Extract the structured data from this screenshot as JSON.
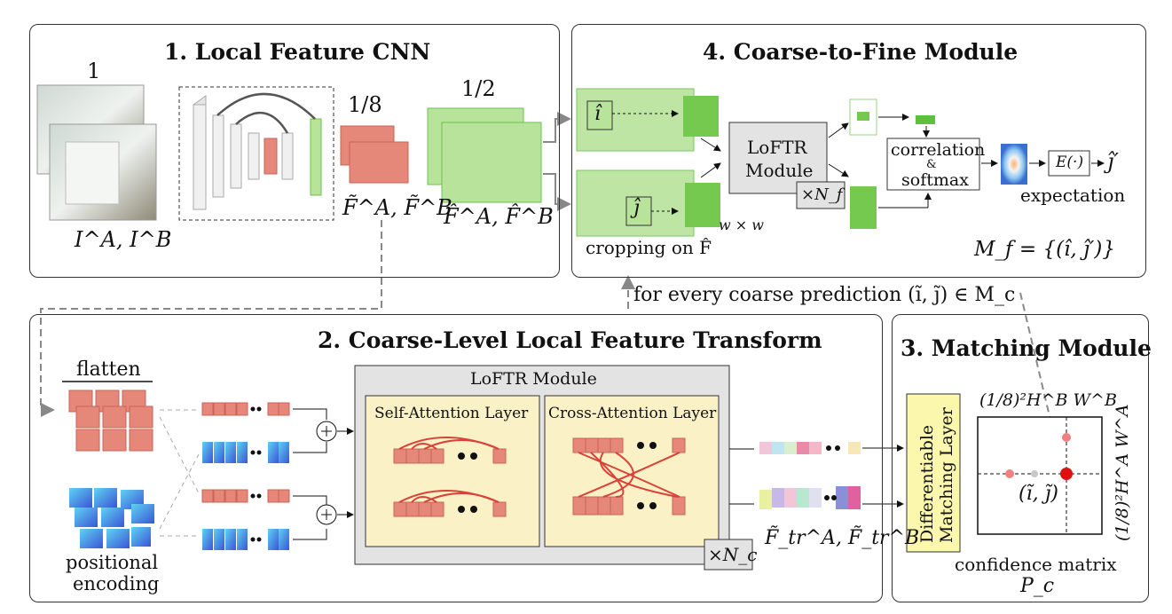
{
  "panels": {
    "local_cnn": {
      "title": "1. Local Feature CNN"
    },
    "coarse_to_fine": {
      "title": "4. Coarse-to-Fine Module"
    },
    "coarse_transform": {
      "title": "2. Coarse-Level Local Feature Transform"
    },
    "matching": {
      "title": "3. Matching Module"
    }
  },
  "cnn": {
    "scale_full": "1",
    "scale_eighth": "1/8",
    "scale_half": "1/2",
    "input_label": "I^A, I^B",
    "coarse_feat_label": "F̃^A, F̃^B",
    "fine_feat_label": "F̂^A, F̂^B"
  },
  "c2f": {
    "i_hat": "î",
    "j_hat": "ĵ",
    "crop_label": "cropping on F̂",
    "window_label": "w × w",
    "loftr_line1": "LoFTR",
    "loftr_line2": "Module",
    "times_nf": "×N_f",
    "corr_line1": "correlation",
    "corr_line2": "&",
    "corr_line3": "softmax",
    "expect_fn": "E(·)",
    "j_hat_prime": "ĵ′",
    "expect_label": "expectation",
    "mf_set": "M_f = {(î, ĵ′)}"
  },
  "transform": {
    "flatten": "flatten",
    "pos_enc_1": "positional",
    "pos_enc_2": "encoding",
    "loftr_title": "LoFTR Module",
    "self_attn": "Self-Attention Layer",
    "cross_attn": "Cross-Attention Layer",
    "times_nc": "×N_c",
    "ftr_label": "F̃_tr^A, F̃_tr^B",
    "coarse_pred": "for every coarse prediction (ĩ, j̃) ∈ M_c"
  },
  "matching": {
    "layer_label_1": "Differentiable",
    "layer_label_2": "Matching Layer",
    "top_dim": "(1/8)²H^B W^B",
    "side_dim": "(1/8)²H^A W^A",
    "point_label": "(ĩ, j̃)",
    "conf_label": "confidence matrix",
    "pc_label": "P_c"
  },
  "colors": {
    "salmon": "#e5887a",
    "salmon_dark": "#c96456",
    "green": "#b7e39a",
    "green_dark": "#6dc04c",
    "blue": "#3a8fe0",
    "yellow": "#fbf1c7",
    "yellow_box": "#fbf7ad",
    "gray_box": "#e3e3e3",
    "red_point": "#e01010",
    "pink_point": "#f08080"
  }
}
